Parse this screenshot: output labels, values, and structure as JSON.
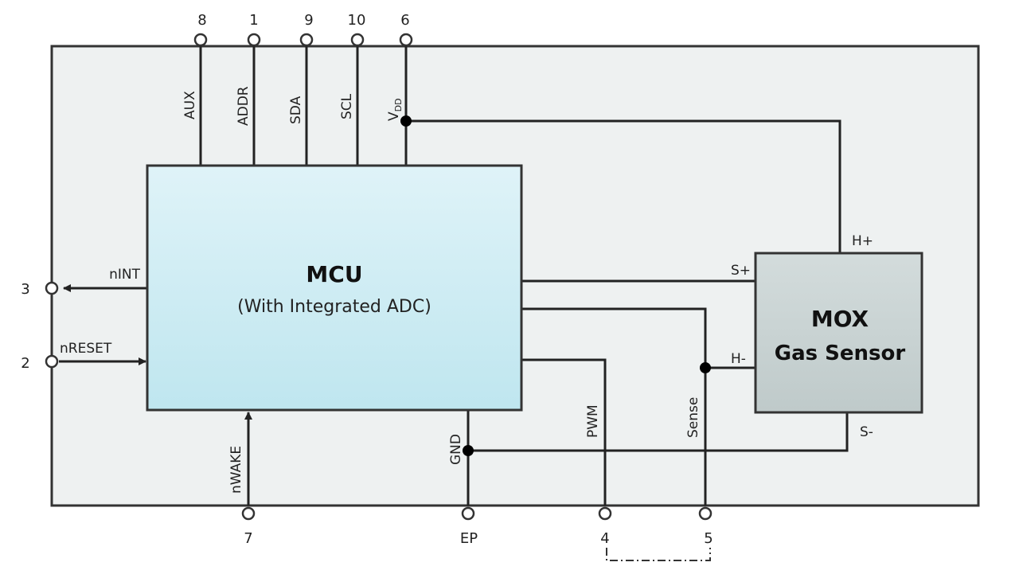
{
  "diagram": {
    "mcu": {
      "title": "MCU",
      "subtitle": "(With Integrated ADC)",
      "fill_top": "#dff3f8",
      "fill_bottom": "#bfe6ef"
    },
    "sensor": {
      "title": "MOX",
      "subtitle": "Gas Sensor",
      "fill_top": "#d3dcdc",
      "fill_bottom": "#bfcaca",
      "terminals": {
        "h_plus": "H+",
        "s_plus": "S+",
        "h_minus": "H-",
        "s_minus": "S-"
      }
    },
    "package_fill": "#eef1f1",
    "top_pins": [
      {
        "number": "8",
        "signal": "AUX"
      },
      {
        "number": "1",
        "signal": "ADDR"
      },
      {
        "number": "9",
        "signal": "SDA"
      },
      {
        "number": "10",
        "signal": "SCL"
      },
      {
        "number": "6",
        "signal": "V",
        "signal_sub": "DD"
      }
    ],
    "left_pins": [
      {
        "number": "3",
        "signal": "nINT",
        "direction": "output"
      },
      {
        "number": "2",
        "signal": "nRESET",
        "direction": "input"
      }
    ],
    "bottom_pins": [
      {
        "number": "7",
        "signal": "nWAKE",
        "direction": "input"
      },
      {
        "number": "EP",
        "signal": "GND"
      },
      {
        "number": "4",
        "signal": "PWM"
      },
      {
        "number": "5",
        "signal": "Sense"
      }
    ],
    "jumper_note": "pins 4 and 5 linked externally (dash-dot line)"
  }
}
